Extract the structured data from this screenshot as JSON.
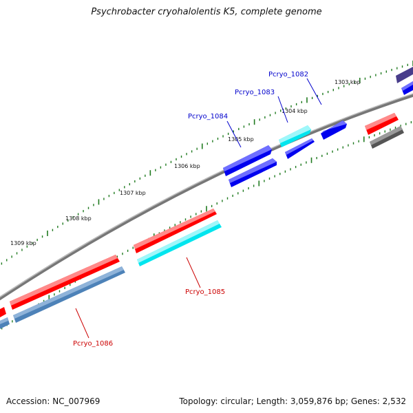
{
  "title": "Psychrobacter cryohalolentis K5, complete genome",
  "footer": {
    "accession": "Accession: NC_007969",
    "summary": "Topology: circular; Length: 3,059,876 bp; Genes: 2,532"
  },
  "colors": {
    "backbone": "#8c8c8c",
    "tick": "#1f7a1f",
    "label_blue": "#0000cc",
    "label_red": "#cc0000",
    "red": "#ff0000",
    "blue": "#0000ee",
    "cyan": "#00e5ee",
    "steel": "#4d82b8",
    "gray": "#555555",
    "purple": "#483d8b"
  },
  "scale_labels": [
    "1303 kbp",
    "1304 kbp",
    "1305 kbp",
    "1306 kbp",
    "1307 kbp",
    "1308 kbp",
    "1309 kbp"
  ],
  "gene_labels": [
    {
      "text": "Pcryo_1082",
      "color": "blue"
    },
    {
      "text": "Pcryo_1083",
      "color": "blue"
    },
    {
      "text": "Pcryo_1084",
      "color": "blue"
    },
    {
      "text": "Pcryo_1085",
      "color": "red"
    },
    {
      "text": "Pcryo_1086",
      "color": "red"
    }
  ]
}
